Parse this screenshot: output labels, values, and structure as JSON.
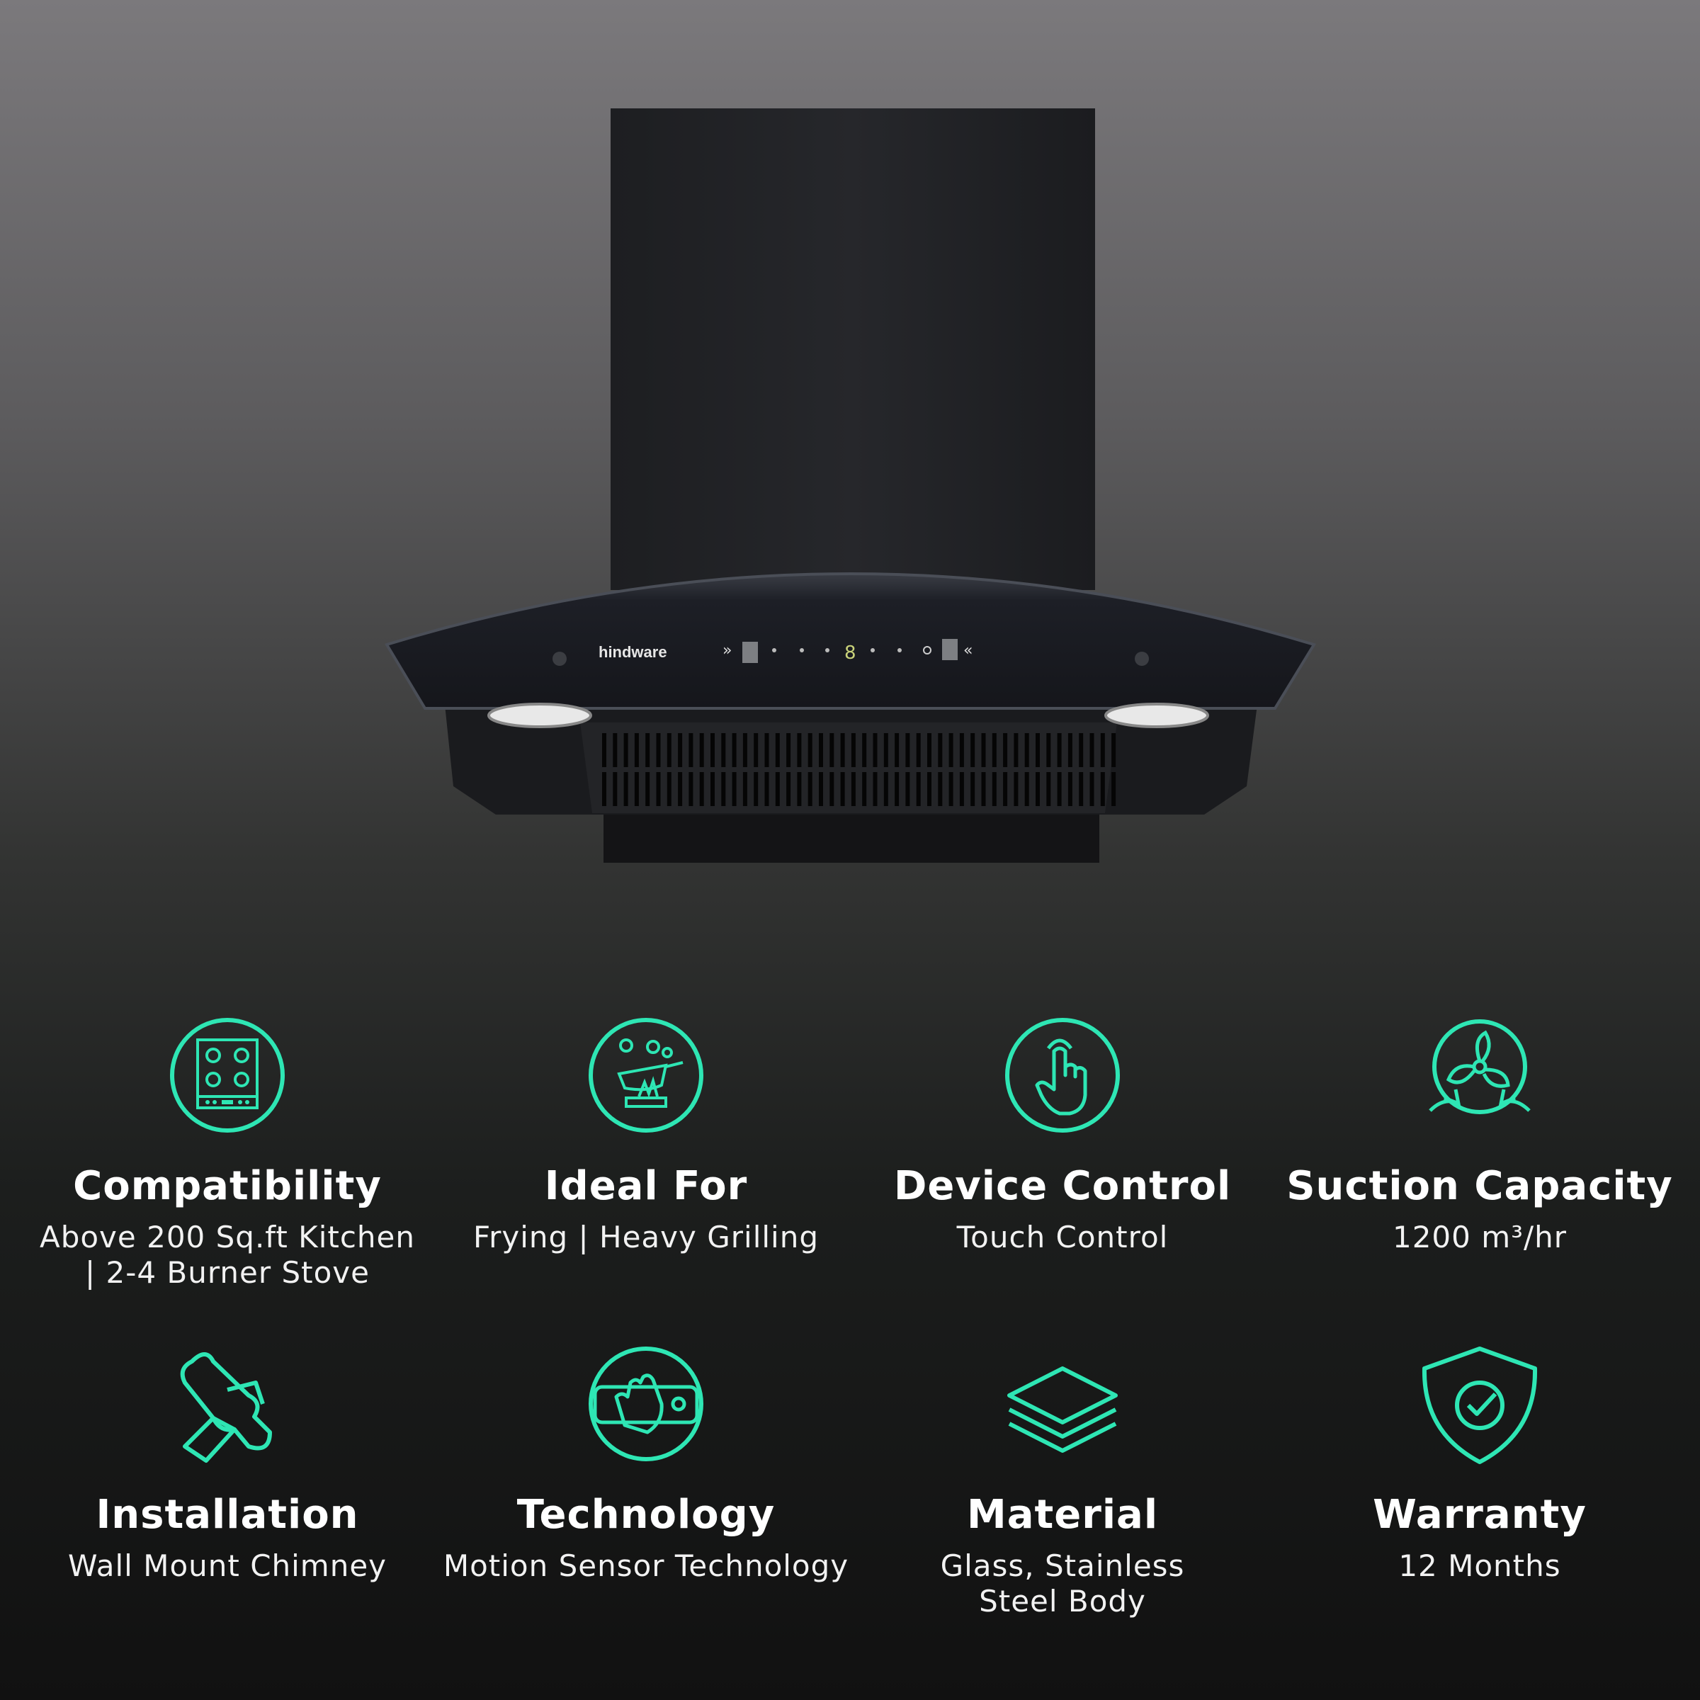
{
  "product": {
    "brand": "hindware",
    "accent_color": "#2ee6b4",
    "panel_icons": [
      "speed-up-icon",
      "light-icon",
      "display-digit-icon",
      "timer-icon",
      "power-icon",
      "speed-down-icon"
    ]
  },
  "features": [
    {
      "icon": "gas-stove-icon",
      "title": "Compatibility",
      "lines": [
        "Above 200 Sq.ft Kitchen",
        "| 2-4 Burner Stove"
      ]
    },
    {
      "icon": "frying-pan-icon",
      "title": "Ideal For",
      "lines": [
        "Frying | Heavy Grilling"
      ]
    },
    {
      "icon": "touch-hand-icon",
      "title": "Device Control",
      "lines": [
        "Touch Control"
      ]
    },
    {
      "icon": "fan-suction-icon",
      "title": "Suction Capacity",
      "lines": [
        "1200 m³/hr"
      ]
    },
    {
      "icon": "wrench-hand-icon",
      "title": "Installation",
      "lines": [
        "Wall Mount Chimney"
      ]
    },
    {
      "icon": "motion-sensor-icon",
      "title": "Technology",
      "lines": [
        "Motion Sensor Technology"
      ]
    },
    {
      "icon": "layers-icon",
      "title": "Material",
      "lines": [
        "Glass, Stainless",
        "Steel Body"
      ]
    },
    {
      "icon": "shield-check-icon",
      "title": "Warranty",
      "lines": [
        "12 Months"
      ]
    }
  ]
}
